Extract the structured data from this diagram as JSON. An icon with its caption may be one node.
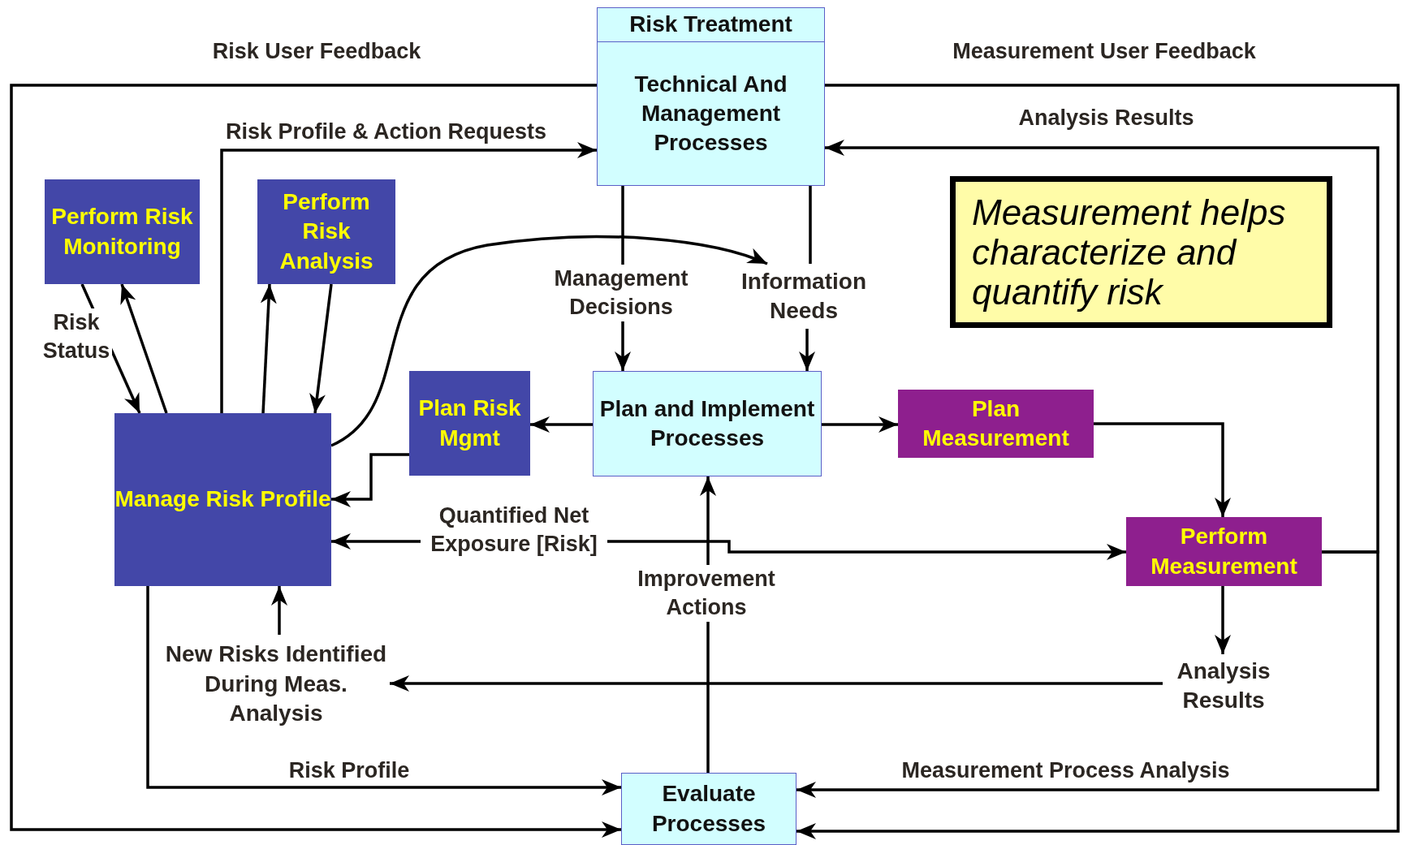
{
  "diagram": {
    "nodes": [
      {
        "text": [
          "Risk Treatment",
          "Technical And Management Processes"
        ]
      },
      {
        "text": [
          "Perform Risk Monitoring"
        ]
      },
      {
        "text": [
          "Perform Risk Analysis"
        ]
      },
      {
        "text": [
          "Measurement helps characterize and quantify risk"
        ]
      },
      {
        "text": [
          "Information Needs"
        ]
      },
      {
        "text": [
          "Plan Risk Mgmt"
        ]
      },
      {
        "text": [
          "Plan and Implement Processes"
        ]
      },
      {
        "text": [
          "Plan Measurement"
        ]
      },
      {
        "text": [
          "Manage Risk Profile"
        ]
      },
      {
        "text": [
          "Perform Measurement"
        ]
      },
      {
        "text": [
          "New Risks Identified During Meas. Analysis"
        ]
      },
      {
        "text": [
          "Analysis Results"
        ]
      },
      {
        "text": [
          "Evaluate Processes"
        ]
      }
    ],
    "edges": [
      {
        "from": 0,
        "to": 12,
        "arrow": "to",
        "label": "Risk User Feedback"
      },
      {
        "from": 0,
        "to": 12,
        "arrow": "to",
        "label": "Measurement User Feedback"
      },
      {
        "from": 8,
        "to": 0,
        "arrow": "to",
        "label": "Risk Profile & Action Requests"
      },
      {
        "from": 9,
        "to": 0,
        "arrow": "to",
        "label": "Analysis Results"
      },
      {
        "from": 0,
        "to": 6,
        "arrow": "to",
        "label": "Management Decisions"
      },
      {
        "from": 0,
        "to": 4,
        "arrow": "none"
      },
      {
        "from": 8,
        "to": 4,
        "arrow": "to"
      },
      {
        "from": 4,
        "to": 6,
        "arrow": "to"
      },
      {
        "from": 1,
        "to": 8,
        "arrow": "to",
        "label": "Risk Status"
      },
      {
        "from": 8,
        "to": 1,
        "arrow": "to"
      },
      {
        "from": 8,
        "to": 2,
        "arrow": "to"
      },
      {
        "from": 2,
        "to": 8,
        "arrow": "to"
      },
      {
        "from": 6,
        "to": 5,
        "arrow": "to"
      },
      {
        "from": 5,
        "to": 8,
        "arrow": "to"
      },
      {
        "from": 6,
        "to": 7,
        "arrow": "to"
      },
      {
        "from": 7,
        "to": 9,
        "arrow": "to"
      },
      {
        "from": 8,
        "to": 9,
        "arrow": "both",
        "label": "Quantified Net Exposure [Risk]"
      },
      {
        "from": 8,
        "to": 12,
        "arrow": "to",
        "label": "Risk Profile"
      },
      {
        "from": 9,
        "to": 12,
        "arrow": "to",
        "label": "Measurement Process Analysis"
      },
      {
        "from": 9,
        "to": 11,
        "arrow": "to"
      },
      {
        "from": 11,
        "to": 10,
        "arrow": "to"
      },
      {
        "from": 10,
        "to": 8,
        "arrow": "to"
      },
      {
        "from": 12,
        "to": 6,
        "arrow": "to",
        "label": "Improvement Actions"
      }
    ]
  }
}
